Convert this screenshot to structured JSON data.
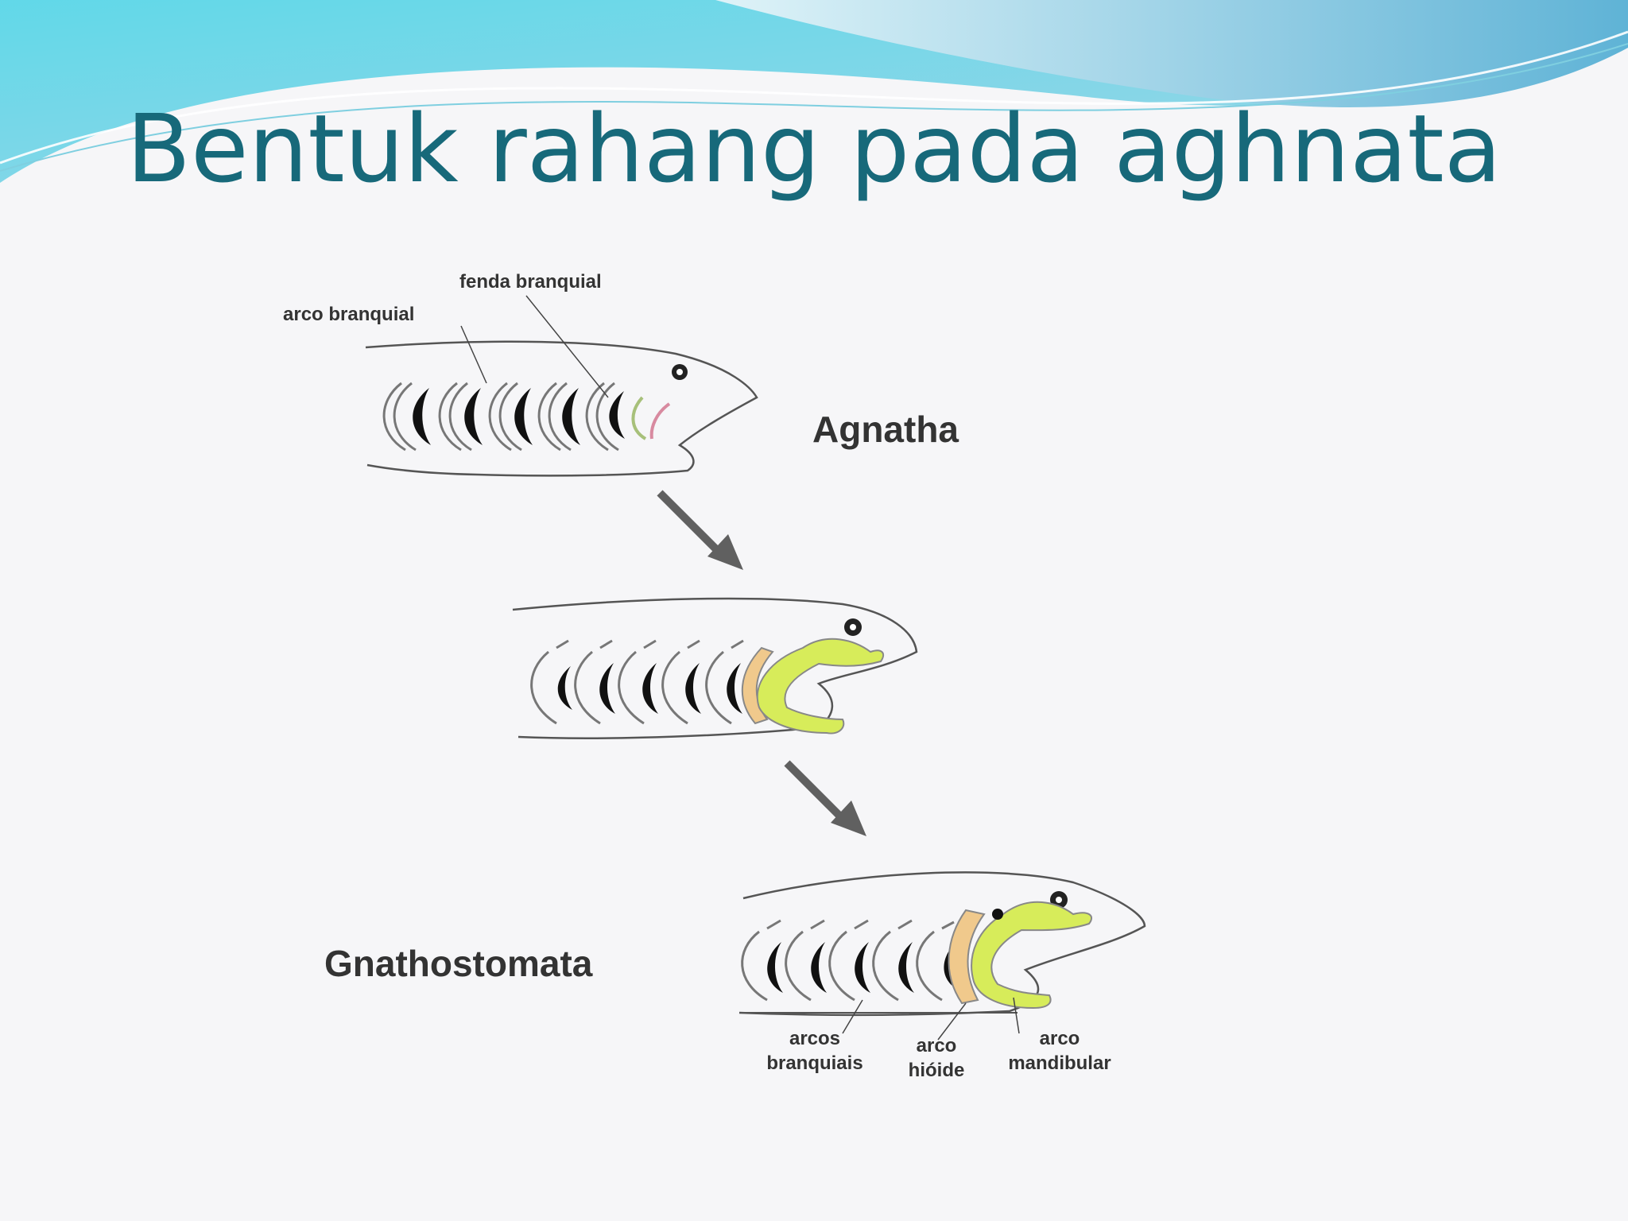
{
  "slide": {
    "title": "Bentuk rahang pada aghnata",
    "colors": {
      "title": "#17697a",
      "wave_dark": "#7ec3d9",
      "wave_light": "#bfe7f0",
      "wave_cyan": "#47d3e6",
      "gill_slit": "#111111",
      "mandibular_arch": "#d7ec5a",
      "hyoid_arch": "#f0c98c",
      "arrow": "#606060"
    }
  },
  "diagram": {
    "stages": [
      "Agnatha",
      "Gnathostomata"
    ],
    "agnatha_labels": {
      "gill_slit": "fenda branquial",
      "gill_arch": "arco branquial"
    },
    "gnathostomata_labels": {
      "branchial_arches_line1": "arcos",
      "branchial_arches_line2": "branquiais",
      "hyoid_arch_line1": "arco",
      "hyoid_arch_line2": "hióide",
      "mandibular_arch_line1": "arco",
      "mandibular_arch_line2": "mandibular"
    }
  }
}
